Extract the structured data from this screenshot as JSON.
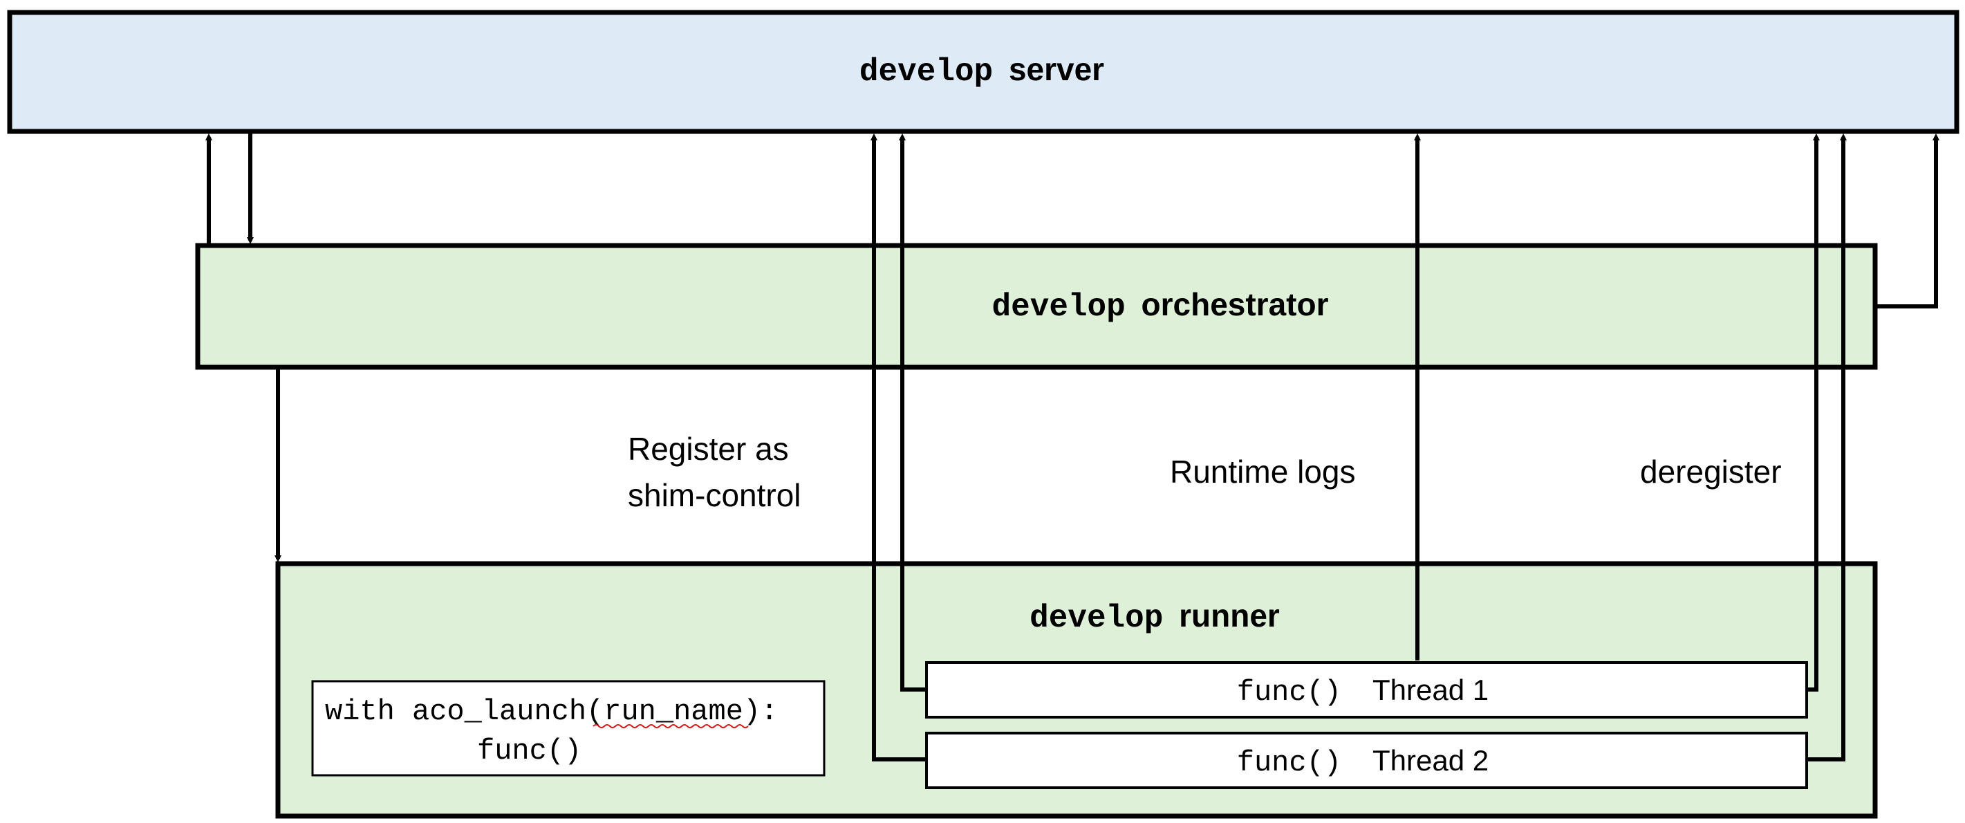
{
  "server": {
    "title_code": "develop",
    "title_rest": "server",
    "fill": "#deeaf6"
  },
  "orchestrator": {
    "title_code": "develop",
    "title_rest": "orchestrator",
    "fill": "#dff0d8"
  },
  "runner": {
    "title_code": "develop",
    "title_rest": "runner",
    "fill": "#dff0d8"
  },
  "code_snippet": {
    "line1": "with aco_launch(run_name):",
    "line2": "func()"
  },
  "threads": [
    {
      "func": "func()",
      "label": "Thread 1"
    },
    {
      "func": "func()",
      "label": "Thread 2"
    }
  ],
  "labels": {
    "register_line1": "Register as",
    "register_line2": "shim-control",
    "runtime_logs": "Runtime logs",
    "deregister": "deregister"
  }
}
